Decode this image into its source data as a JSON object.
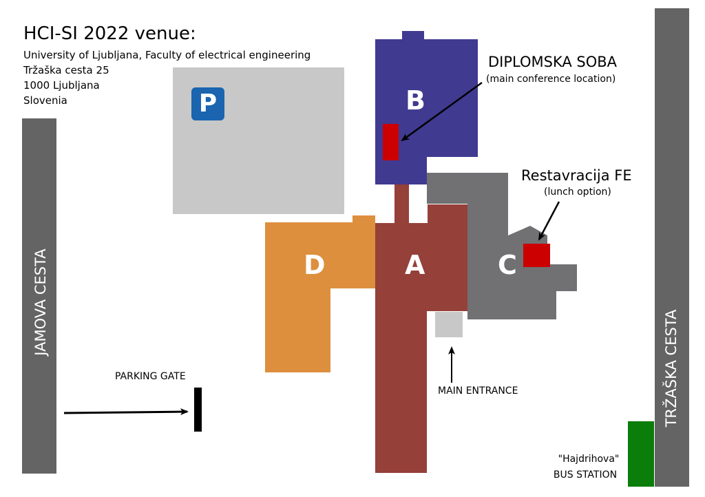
{
  "venue": {
    "title": "HCI-SI 2022 venue:",
    "address_lines": [
      "University of Ljubljana, Faculty of electrical engineering",
      "Tržaška cesta 25",
      "1000 Ljubljana",
      "Slovenia"
    ]
  },
  "roads": {
    "left": "JAMOVA CESTA",
    "right": "TRŽAŠKA CESTA"
  },
  "buildings": {
    "a": "A",
    "b": "B",
    "c": "C",
    "d": "D"
  },
  "parking": {
    "symbol": "P"
  },
  "labels": {
    "diplomska_title": "DIPLOMSKA SOBA",
    "diplomska_sub": "(main conference location)",
    "restavracija_title": "Restavracija FE",
    "restavracija_sub": "(lunch option)",
    "parking_gate": "PARKING GATE",
    "main_entrance": "MAIN ENTRANCE",
    "bus_station_name": "\"Hajdrihova\"",
    "bus_station_label": "BUS STATION"
  },
  "colors": {
    "road": "#646464",
    "parking_lot": "#c8c8c8",
    "building_a": "#954039",
    "building_b": "#403a91",
    "building_c": "#717174",
    "building_d": "#dd8f3e",
    "room_marker": "#cc0000",
    "entrance": "#c8c8c8",
    "bus_station": "#0a7d0a",
    "parking_sign": "#1a64b0"
  },
  "icons": [
    "parking-sign-icon",
    "arrow-icon"
  ]
}
